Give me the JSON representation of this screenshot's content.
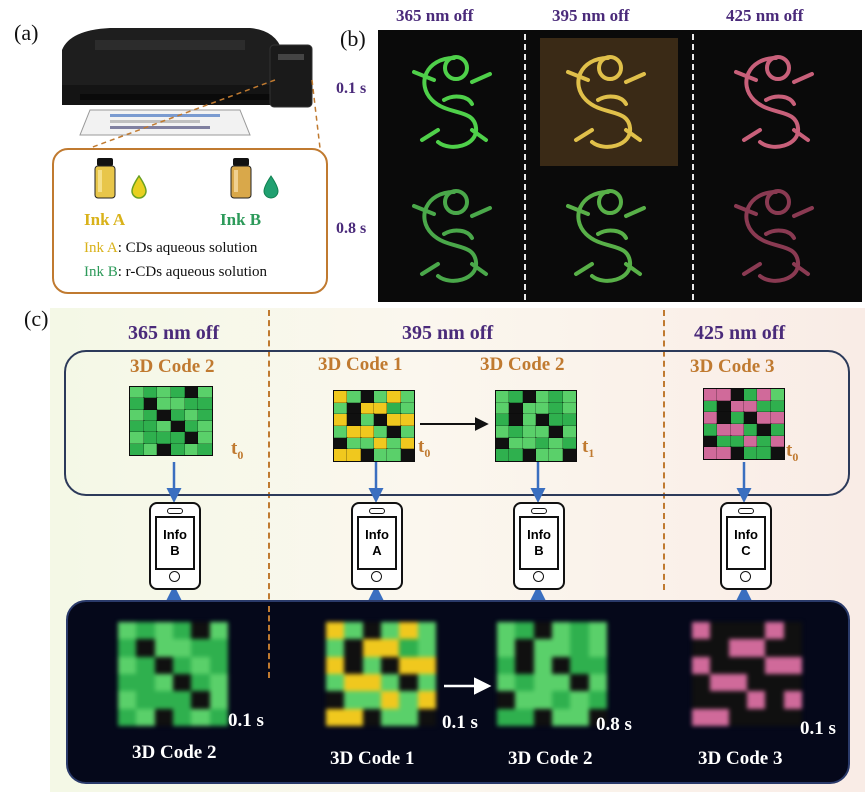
{
  "a": {
    "label": "(a)",
    "ink_a": "Ink A",
    "ink_b": "Ink B",
    "line1_prefix": "Ink A",
    "line1_rest": ": CDs aqueous solution",
    "line2_prefix": "Ink B",
    "line2_rest": ": r-CDs aqueous solution"
  },
  "b": {
    "label": "(b)",
    "col_365": "365 nm off",
    "col_395": "395 nm off",
    "col_425": "425 nm off",
    "row_01": "0.1 s",
    "row_08": "0.8 s"
  },
  "c": {
    "label": "(c)",
    "head_365": "365 nm off",
    "head_395": "395 nm off",
    "head_425": "425 nm off",
    "code_365": "3D Code 2",
    "code_395a": "3D Code 1",
    "code_395b": "3D Code 2",
    "code_425": "3D Code 3",
    "t0_a": "t",
    "t0_a_sub": "0",
    "t0_b": "t",
    "t0_b_sub": "0",
    "t1": "t",
    "t1_sub": "1",
    "t0_c": "t",
    "t0_c_sub": "0",
    "phone1_line1": "Info",
    "phone1_line2": "B",
    "phone2_line1": "Info",
    "phone2_line2": "A",
    "phone3_line1": "Info",
    "phone3_line2": "B",
    "phone4_line1": "Info",
    "phone4_line2": "C",
    "photo1_time": "0.1 s",
    "photo2_time": "0.1 s",
    "photo3_time": "0.8 s",
    "photo4_time": "0.1 s",
    "bottom1": "3D Code 2",
    "bottom2": "3D Code 1",
    "bottom3": "3D Code 2",
    "bottom4": "3D Code 3"
  },
  "colors": {
    "purple": "#4a2a7a",
    "orange": "#c07a30",
    "green": "#2db35a",
    "yellow": "#e8c020",
    "pink": "#c8608a",
    "arrow_blue": "#3a6fc0"
  }
}
